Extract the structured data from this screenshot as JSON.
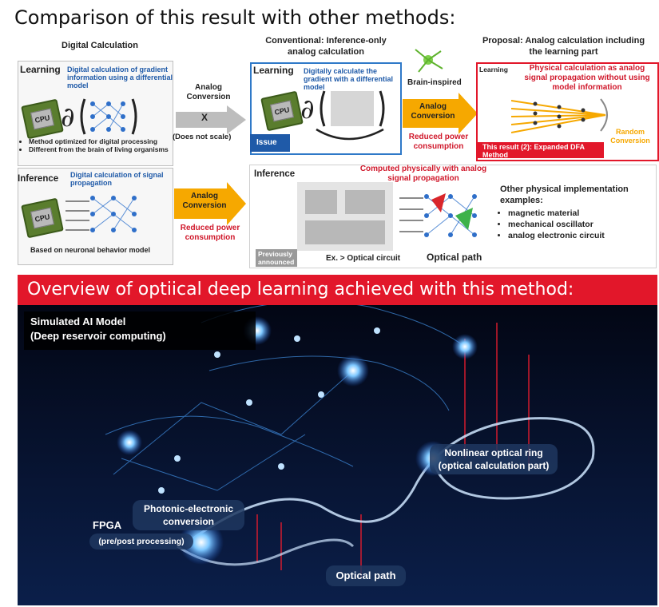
{
  "title": "Comparison of this result with other methods:",
  "digital": {
    "header": "Digital Calculation",
    "learning_label": "Learning",
    "learning_desc": "Digital calculation of gradient information using a differential model",
    "cpu_label": "CPU",
    "bullets": [
      "Method optimized for digital processing",
      "Different from the brain of living organisms"
    ],
    "inference_label": "Inference",
    "inference_desc": "Digital calculation of signal propagation",
    "footer": "Based on neuronal behavior model",
    "analog_conversion": "Analog Conversion",
    "x_mark": "X",
    "does_not_scale": "(Does not scale)",
    "analog_conversion2": "Analog Conversion",
    "reduced_power": "Reduced power consumption"
  },
  "conventional": {
    "header": "Conventional: Inference-only analog calculation",
    "learning_label": "Learning",
    "learning_desc": "Digitally calculate the gradient with a differential model",
    "cpu_label": "CPU",
    "issue": "Issue",
    "brain_inspired": "Brain-inspired",
    "analog_conversion": "Analog Conversion",
    "reduced_power": "Reduced power consumption",
    "inference_label": "Inference",
    "computed": "Computed physically with analog signal propagation",
    "previously": "Previously announced",
    "ex_optical": "Ex. > Optical circuit",
    "optical_path": "Optical path",
    "other_impl": "Other physical implementation examples:",
    "examples": [
      "magnetic material",
      "mechanical oscillator",
      "analog electronic circuit"
    ]
  },
  "proposal": {
    "header": "Proposal: Analog calculation including the learning part",
    "learning_label": "Learning",
    "desc": "Physical calculation as analog signal propagation without using model information",
    "random": "Random Conversion",
    "this_result": "This result (2): Expanded DFA Method"
  },
  "overview": {
    "banner": "Overview of optiical deep learning achieved with this method:",
    "sim_model": "Simulated AI Model",
    "deep_reservoir": "(Deep reservoir computing)",
    "ring": "Nonlinear optical ring",
    "ring_sub": "(optical calculation part)",
    "photonic": "Photonic-electronic conversion",
    "fpga": "FPGA",
    "fpga_sub": "(pre/post processing)",
    "optical_path": "Optical path"
  },
  "colors": {
    "accent_red": "#e2172a",
    "accent_blue": "#1f5aa8",
    "arrow_orange": "#f6a800"
  }
}
